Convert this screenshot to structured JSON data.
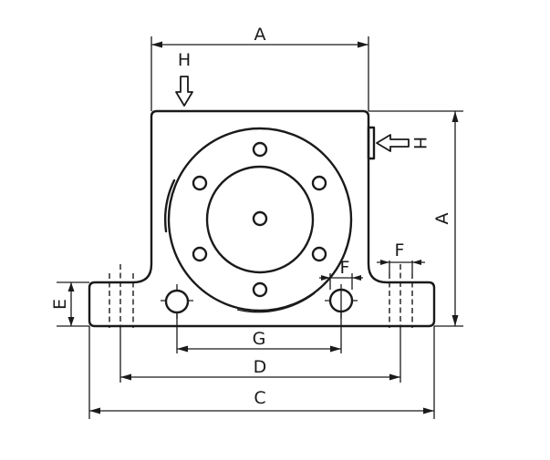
{
  "labels": {
    "top_width": "A",
    "right_height": "A",
    "top_force": "H",
    "side_force": "H",
    "foot_height": "E",
    "hole_dia_right": "F",
    "hole_dia_center": "F",
    "inner_span": "G",
    "bolt_span": "D",
    "overall_length": "C"
  }
}
